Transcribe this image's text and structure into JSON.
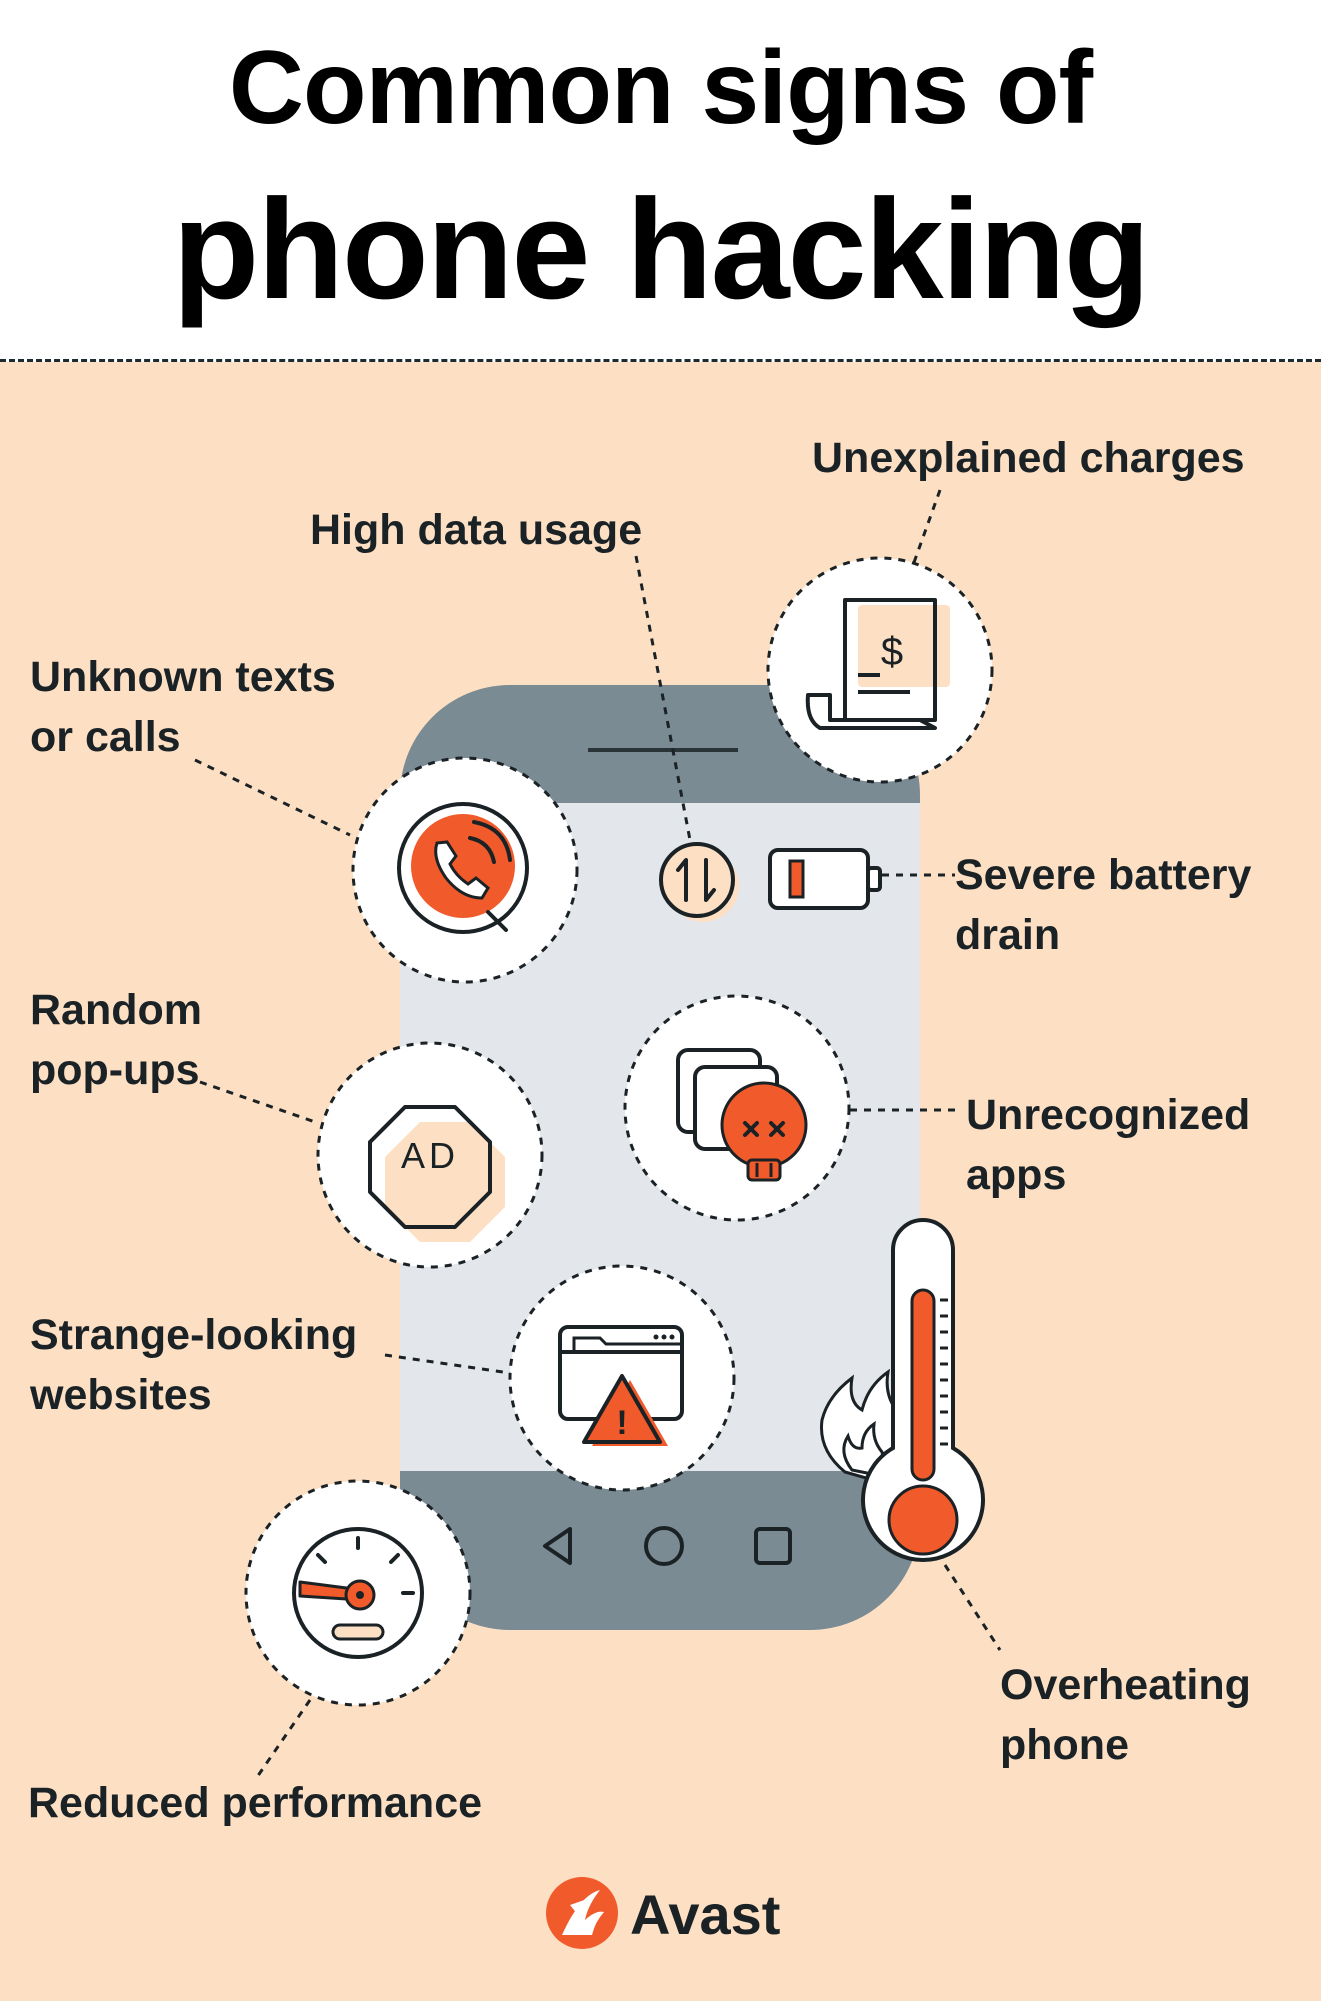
{
  "title": {
    "line1": "Common signs of",
    "line2": "phone hacking"
  },
  "signs": {
    "unexplained_charges": "Unexplained charges",
    "high_data_usage": "High data usage",
    "unknown_texts_line1": "Unknown texts",
    "unknown_texts_line2": "or calls",
    "battery_line1": "Severe battery",
    "battery_line2": "drain",
    "popups_line1": "Random",
    "popups_line2": "pop-ups",
    "apps_line1": "Unrecognized",
    "apps_line2": "apps",
    "websites_line1": "Strange-looking",
    "websites_line2": "websites",
    "overheating_line1": "Overheating",
    "overheating_line2": "phone",
    "performance": "Reduced performance"
  },
  "icons": {
    "ad_text": "AD",
    "dollar": "$",
    "warning": "!"
  },
  "brand": {
    "name": "Avast"
  },
  "colors": {
    "background": "#fde0c4",
    "accent": "#f15a2b",
    "phone_body": "#7b8b93",
    "screen": "#e3e6ea",
    "ink": "#1b2226"
  }
}
